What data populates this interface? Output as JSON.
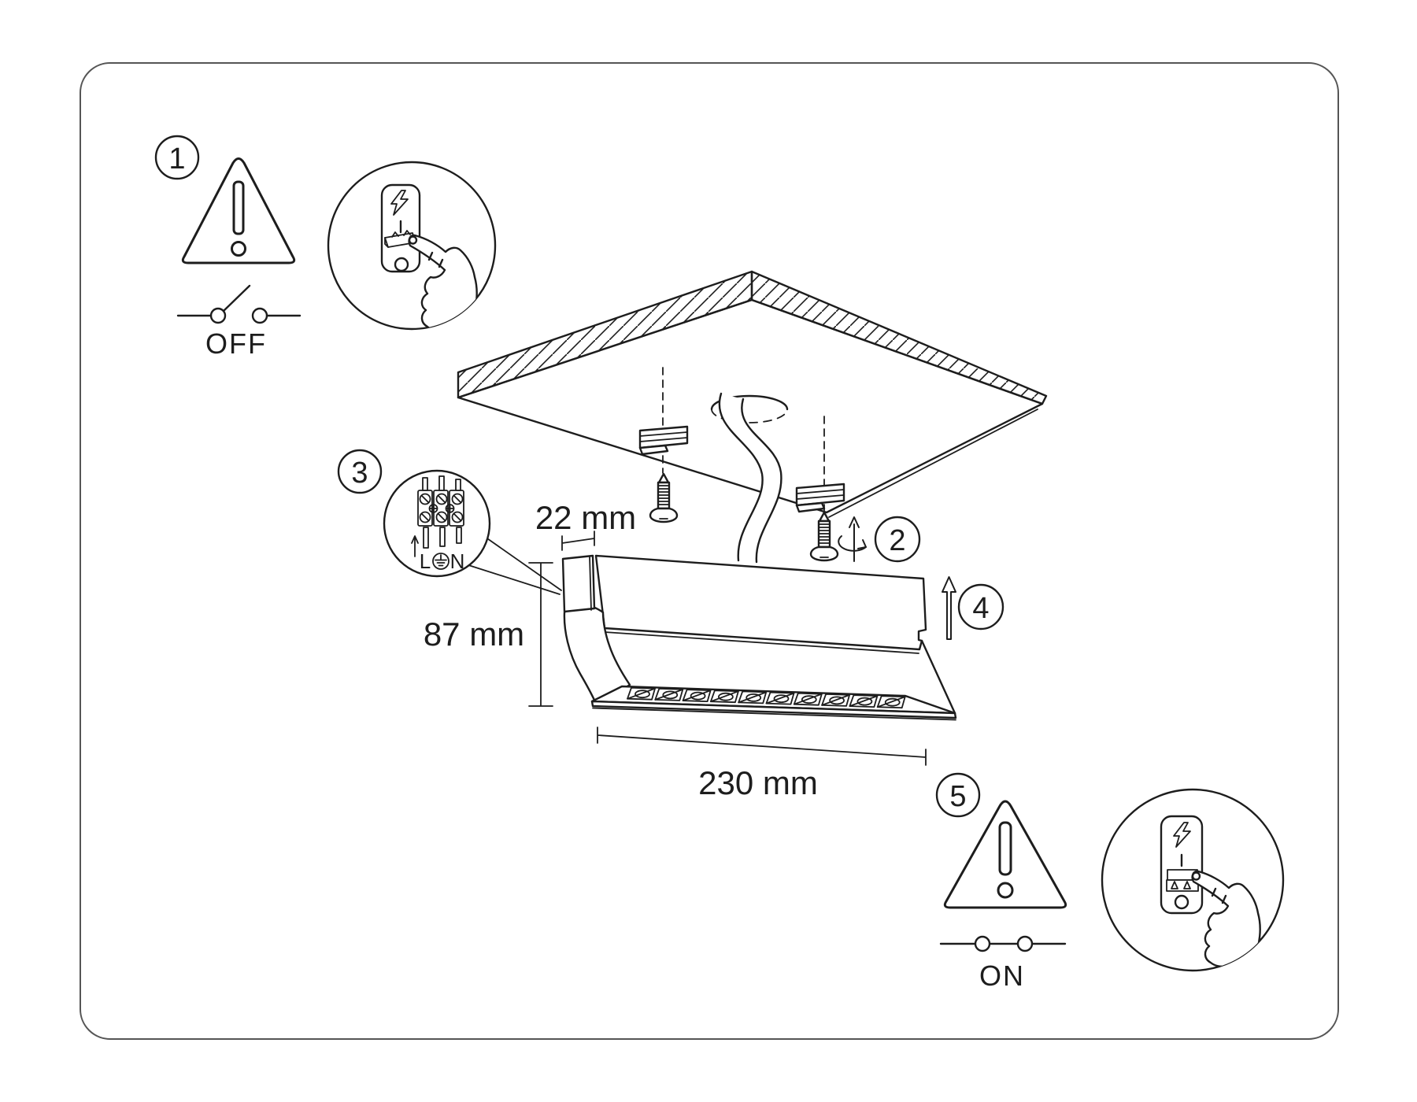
{
  "colors": {
    "line": "#1d1d1d",
    "border": "#555555",
    "background": "#ffffff"
  },
  "steps": [
    "1",
    "2",
    "3",
    "4",
    "5"
  ],
  "labels": {
    "off": "OFF",
    "on": "ON"
  },
  "dimensions": {
    "endcap_width": "22 mm",
    "height": "87 mm",
    "length": "230 mm"
  },
  "terminal": {
    "live": "L",
    "neutral": "N"
  }
}
